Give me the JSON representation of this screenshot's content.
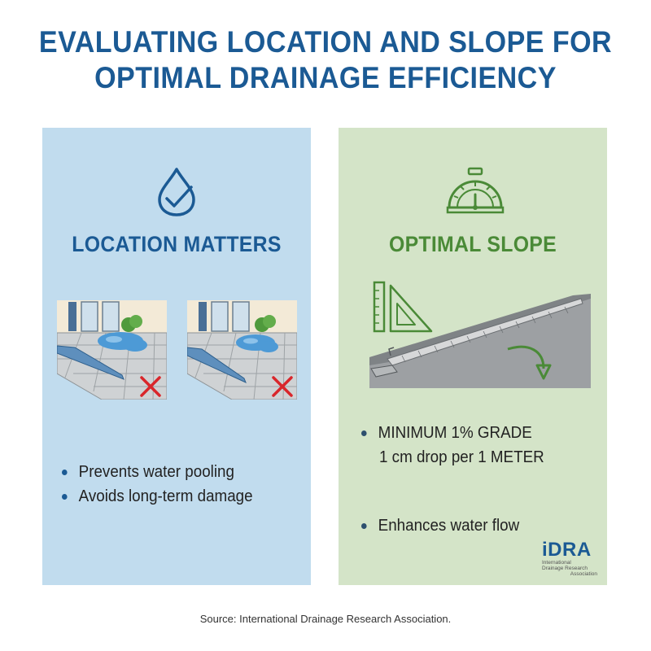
{
  "title": {
    "line1": "EVALUATING LOCATION AND SLOPE FOR",
    "line2": "OPTIMAL DRAINAGE EFFICIENCY"
  },
  "left_panel": {
    "heading": "LOCATION MATTERS",
    "icon": "water-drop-check-icon",
    "bullets": [
      "Prevents water pooling",
      "Avoids long-term damage"
    ],
    "markers": [
      "cross-mark-icon",
      "cross-mark-icon"
    ]
  },
  "right_panel": {
    "heading": "OPTIMAL SLOPE",
    "icon": "slope-gauge-icon",
    "bullets": [
      "MINIMUM 1% GRADE",
      "1 cm drop per 1 METER",
      "Enhances water flow"
    ],
    "logo": {
      "main": "iDRA",
      "sub1": "International",
      "sub2": "Drainage Research",
      "sub3": "Association"
    }
  },
  "source": "Source: International Drainage Research Association.",
  "colors": {
    "title": "#1b5a94",
    "left_bg": "#c1dcee",
    "right_bg": "#d4e4c8",
    "green_accent": "#4a8a37",
    "cross": "#d9262b"
  }
}
